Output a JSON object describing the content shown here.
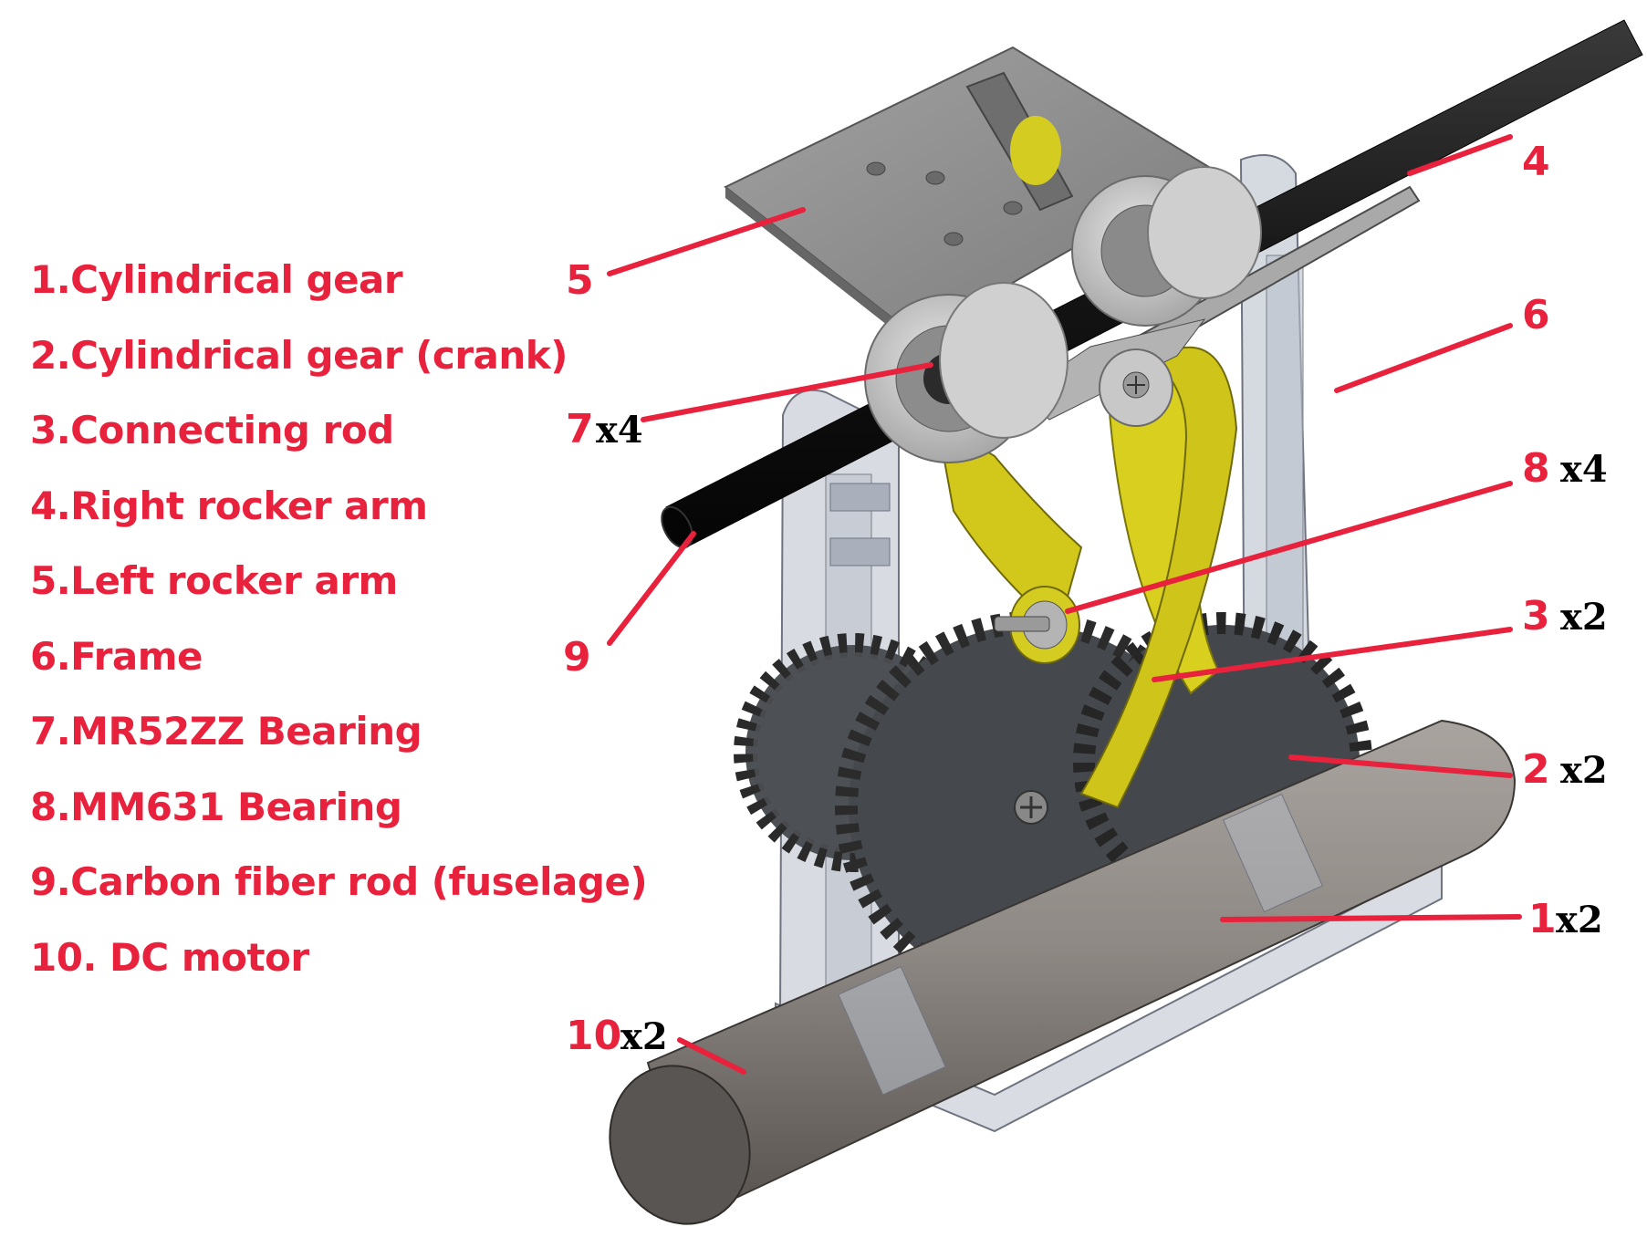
{
  "legend": [
    "1.Cylindrical gear",
    "2.Cylindrical gear (crank)",
    "3.Connecting rod",
    "4.Right rocker arm",
    "5.Left rocker arm",
    "6.Frame",
    "7.MR52ZZ Bearing",
    "8.MM631 Bearing",
    "9.Carbon fiber rod (fuselage)",
    "10. DC motor"
  ],
  "callouts": [
    {
      "num": "1",
      "qty": "x2"
    },
    {
      "num": "2",
      "qty": "x2"
    },
    {
      "num": "3",
      "qty": "x2"
    },
    {
      "num": "4",
      "qty": ""
    },
    {
      "num": "5",
      "qty": ""
    },
    {
      "num": "6",
      "qty": ""
    },
    {
      "num": "7",
      "qty": "x4"
    },
    {
      "num": "8",
      "qty": "x4"
    },
    {
      "num": "9",
      "qty": ""
    },
    {
      "num": "10",
      "qty": "x2"
    }
  ],
  "colors": {
    "label_red": "#e8213c",
    "frame": "#b9bfca",
    "gear": "#4a4d50",
    "rod_yellow": "#d8cf1e",
    "carbon_rod": "#1c1c1c",
    "bearing": "#cfcfcf",
    "motor": "#8a8580"
  }
}
